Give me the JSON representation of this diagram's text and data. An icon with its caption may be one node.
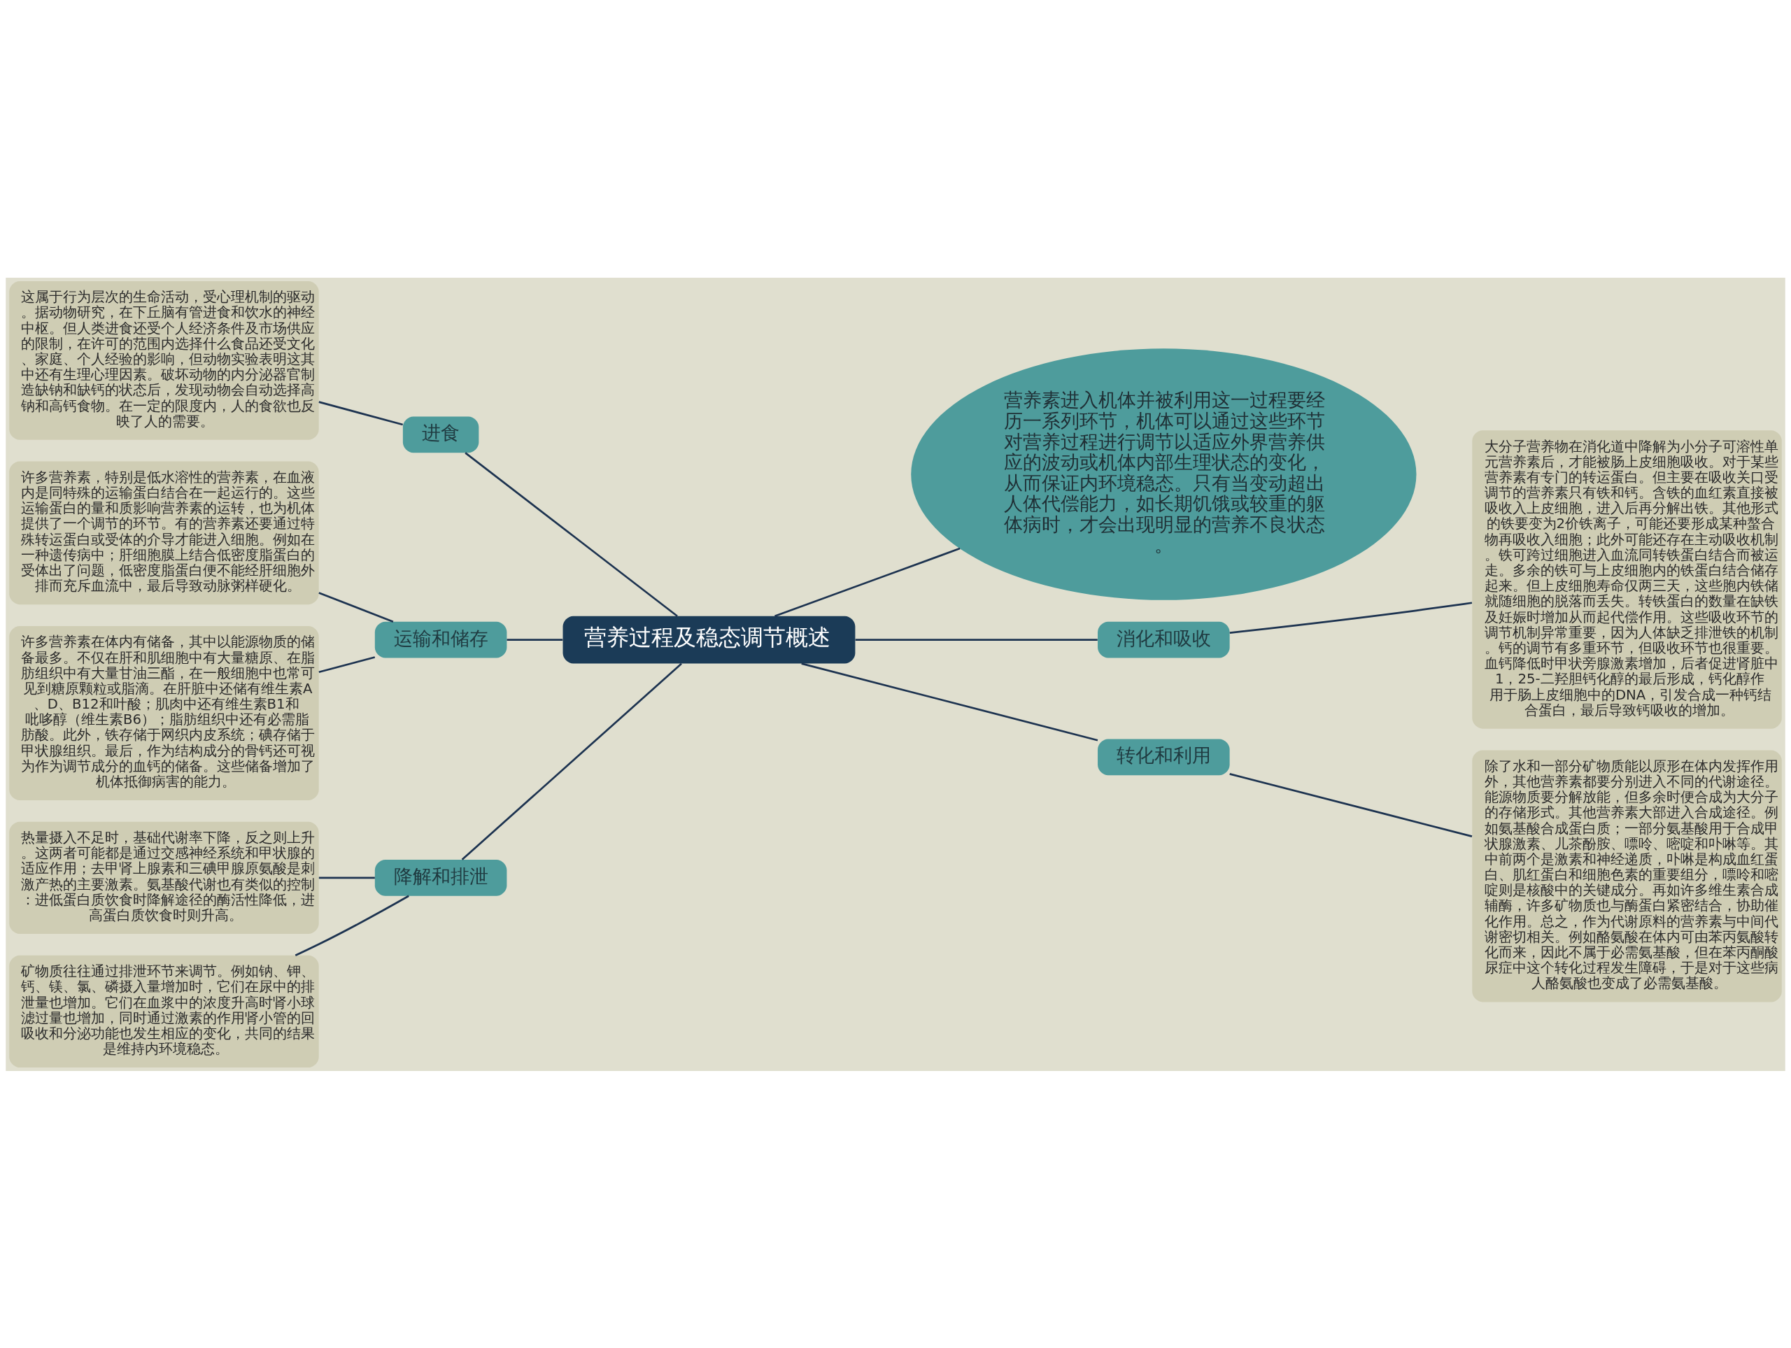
{
  "diagram": {
    "nodes": [
      {
        "text": [
          "营养过程及稳态调节概述"
        ]
      },
      {
        "text": [
          "进食"
        ]
      },
      {
        "text": [
          "这属于行为层次的生命活动，受心理机制的驱动。据动物研究，在下丘脑有管进食和饮水的神经中枢。但人类进食还受个人经济条件及市场供应的限制，在许可的范围内选择什么食品还受文化、家庭、个人经验的影响，但动物实验表明这其中还有生理心理因素。破坏动物的内分泌器官制造缺钠和缺钙的状态后，发现动物会自动选择高钠和高钙食物。在一定的限度内，人的食欲也反映了人的需要。"
        ]
      },
      {
        "text": [
          "运输和储存"
        ]
      },
      {
        "text": [
          "许多营养素，特别是低水溶性的营养素，在血液内是同特殊的运输蛋白结合在一起运行的。这些运输蛋白的量和质影响营养素的运转，也为机体提供了一个调节的环节。有的营养素还要通过特殊转运蛋白或受体的介导才能进入细胞。例如在一种遗传病中；肝细胞膜上结合低密度脂蛋白的受体出了问题，低密度脂蛋白便不能经肝细胞外排而充斥血流中，最后导致动脉粥样硬化。"
        ]
      },
      {
        "text": [
          "许多营养素在体内有储备，其中以能源物质的储备最多。不仅在肝和肌细胞中有大量糖原、在脂肪组织中有大量甘油三酯，在一般细胞中也常可见到糖原颗粒或脂滴。在肝脏中还储有维生素A、D、B12和叶酸；肌肉中还有维生素B1和吡哆醇（维生素B6）；脂肪组织中还有必需脂肪酸。此外，铁存储于网织内皮系统；碘存储于甲状腺组织。最后，作为结构成分的骨钙还可视为作为调节成分的血钙的储备。这些储备增加了机体抵御病害的能力。"
        ]
      },
      {
        "text": [
          "降解和排泄"
        ]
      },
      {
        "text": [
          "热量摄入不足时，基础代谢率下降，反之则上升。这两者可能都是通过交感神经系统和甲状腺的适应作用；去甲肾上腺素和三碘甲腺原氨酸是刺激产热的主要激素。氨基酸代谢也有类似的控制：进低蛋白质饮食时降解途径的酶活性降低，进高蛋白质饮食时则升高。"
        ]
      },
      {
        "text": [
          "矿物质往往通过排泄环节来调节。例如钠、钾、钙、镁、氯、磷摄入量增加时，它们在尿中的排泄量也增加。它们在血浆中的浓度升高时肾小球滤过量也增加，同时通过激素的作用肾小管的回吸收和分泌功能也发生相应的变化，共同的结果是维持内环境稳态。"
        ]
      },
      {
        "text": [
          "营养素进入机体并被利用这一过程要经历一系列环节，机体可以通过这些环节对营养过程进行调节以适应外界营养供应的波动或机体内部生理状态的变化，从而保证内环境稳态。只有当变动超出人体代偿能力，如长期饥饿或较重的躯体病时，才会出现明显的营养不良状态。"
        ]
      },
      {
        "text": [
          "消化和吸收"
        ]
      },
      {
        "text": [
          "大分子营养物在消化道中降解为小分子可溶性单元营养素后，才能被肠上皮细胞吸收。对于某些营养素有专门的转运蛋白。但主要在吸收关口受调节的营养素只有铁和钙。含铁的血红素直接被吸收入上皮细胞，进入后再分解出铁。其他形式的铁要变为2价铁离子，可能还要形成某种螯合物再吸收入细胞；此外可能还存在主动吸收机制。铁可跨过细胞进入血流同转铁蛋白结合而被运走。多余的铁可与上皮细胞内的铁蛋白结合储存起来。但上皮细胞寿命仅两三天，这些胞内铁储就随细胞的脱落而丢失。转铁蛋白的数量在缺铁及妊娠时增加从而起代偿作用。这些吸收环节的调节机制异常重要，因为人体缺乏排泄铁的机制。钙的调节有多重环节，但吸收环节也很重要。血钙降低时甲状旁腺激素增加，后者促进肾脏中1，25-二羟胆钙化醇的最后形成，钙化醇作用于肠上皮细胞中的DNA，引发合成一种钙结合蛋白，最后导致钙吸收的增加。"
        ]
      },
      {
        "text": [
          "转化和利用"
        ]
      },
      {
        "text": [
          "除了水和一部分矿物质能以原形在体内发挥作用外，其他营养素都要分别进入不同的代谢途径。能源物质要分解放能，但多余时便合成为大分子的存储形式。其他营养素大部进入合成途径。例如氨基酸合成蛋白质；一部分氨基酸用于合成甲状腺激素、儿茶酚胺、嘌呤、嘧啶和卟啉等。其中前两个是激素和神经递质，卟啉是构成血红蛋白、肌红蛋白和细胞色素的重要组分，嘌呤和嘧啶则是核酸中的关键成分。再如许多维生素合成辅酶，许多矿物质也与酶蛋白紧密结合，协助催化作用。总之，作为代谢原料的营养素与中间代谢密切相关。例如酪氨酸在体内可由苯丙氨酸转化而来，因此不属于必需氨基酸，但在苯丙酮酸尿症中这个转化过程发生障碍，于是对于这些病人酪氨酸也变成了必需氨基酸。"
        ]
      }
    ],
    "edges": [
      {
        "from": 0,
        "to": 1,
        "arrow": "none"
      },
      {
        "from": 1,
        "to": 2,
        "arrow": "none"
      },
      {
        "from": 0,
        "to": 3,
        "arrow": "none"
      },
      {
        "from": 3,
        "to": 4,
        "arrow": "none"
      },
      {
        "from": 3,
        "to": 5,
        "arrow": "none"
      },
      {
        "from": 0,
        "to": 6,
        "arrow": "none"
      },
      {
        "from": 6,
        "to": 7,
        "arrow": "none"
      },
      {
        "from": 6,
        "to": 8,
        "arrow": "none"
      },
      {
        "from": 0,
        "to": 9,
        "arrow": "none"
      },
      {
        "from": 0,
        "to": 10,
        "arrow": "none"
      },
      {
        "from": 10,
        "to": 11,
        "arrow": "none"
      },
      {
        "from": 0,
        "to": 12,
        "arrow": "none"
      },
      {
        "from": 12,
        "to": 13,
        "arrow": "none"
      }
    ]
  }
}
